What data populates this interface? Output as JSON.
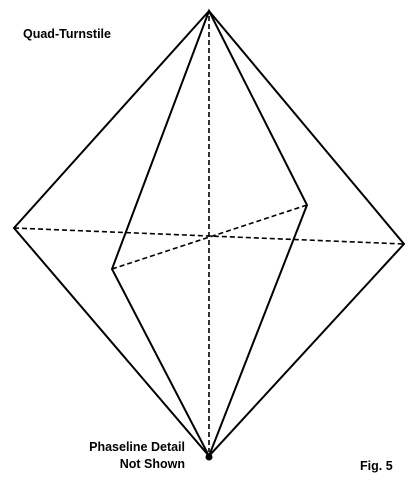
{
  "figure": {
    "title": "Quad-Turnstile",
    "note_line1": "Phaseline Detail",
    "note_line2": "Not Shown",
    "fig_label": "Fig. 5"
  },
  "colors": {
    "background": "#ffffff",
    "line": "#000000"
  }
}
